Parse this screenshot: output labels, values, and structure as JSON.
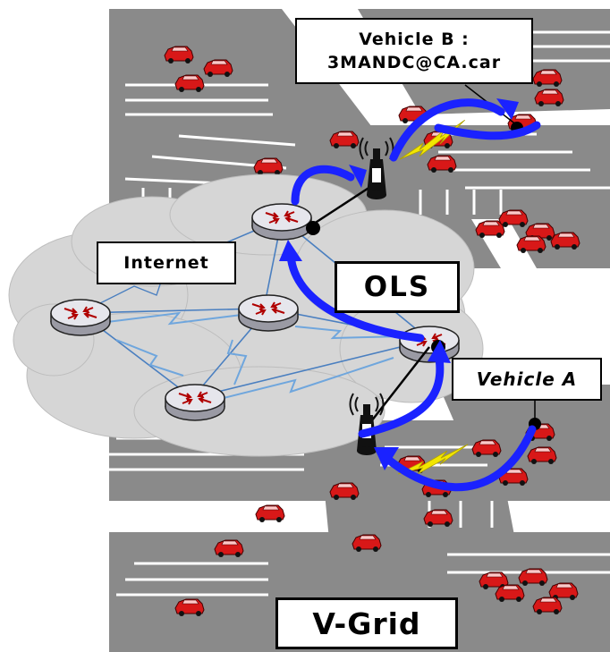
{
  "labels": {
    "vehicle_b_line1": "Vehicle B :",
    "vehicle_b_line2": "3MANDC@CA.car",
    "internet": "Internet",
    "ols": "OLS",
    "vehicle_a": "Vehicle A",
    "v_grid": "V-Grid"
  },
  "icons": [
    "router-icon",
    "antenna-tower-icon",
    "car-icon",
    "lightning-bolt-icon",
    "cloud-icon"
  ],
  "colors": {
    "road": "#8a8a8a",
    "cloud": "#d6d6d6",
    "arrow": "#1a22ff",
    "car": "#d81818",
    "wireless": "#f2e600"
  }
}
